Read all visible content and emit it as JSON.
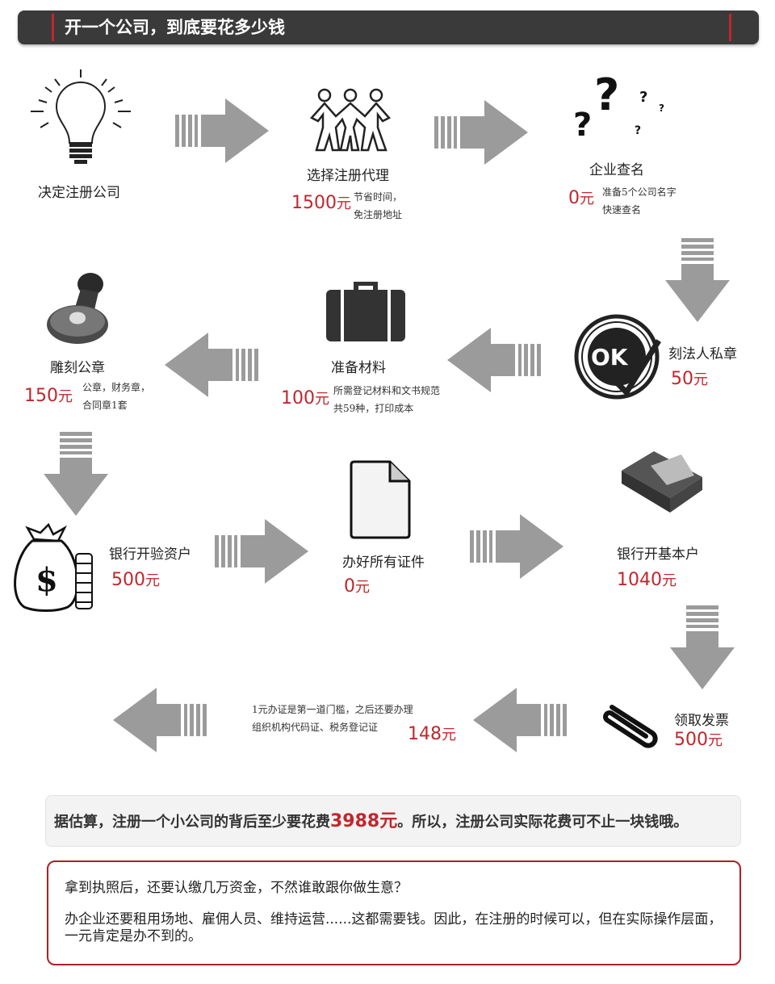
{
  "header": {
    "title": "开一个公司，到底要花多少钱"
  },
  "steps": {
    "decide": {
      "label": "决定注册公司"
    },
    "agent": {
      "label": "选择注册代理",
      "price": "1500",
      "note1": "节省时间，",
      "note2": "免注册地址"
    },
    "search": {
      "label": "企业查名",
      "price": "0",
      "note1": "准备5个公司名字",
      "note2": "快速查名"
    },
    "seal": {
      "label": "刻法人私章",
      "price": "50"
    },
    "materials": {
      "label": "准备材料",
      "price": "100",
      "note1": "所需登记材料和文书规范",
      "note2": "共59种，打印成本"
    },
    "stamp": {
      "label": "雕刻公章",
      "price": "150",
      "note1": "公章，财务章，",
      "note2": "合同章1套"
    },
    "verify": {
      "label": "银行开验资户",
      "price": "500"
    },
    "certs": {
      "label": "办好所有证件",
      "price": "0"
    },
    "basic": {
      "label": "银行开基本户",
      "price": "1040"
    },
    "invoice": {
      "label": "领取发票",
      "price": "500"
    },
    "codes": {
      "price": "148",
      "note1": "1元办证是第一道门槛，之后还要办理",
      "note2": "组织机构代码证、税务登记证"
    }
  },
  "unit": "元",
  "summary": {
    "pre": "据估算，注册一个小公司的背后至少要花费",
    "amount": "3988元",
    "post": "。所以，注册公司实际花费可不止一块钱哦。"
  },
  "box": {
    "line1": "拿到执照后，还要认缴几万资金，不然谁敢跟你做生意？",
    "line2": "办企业还要租用场地、雇佣人员、维持运营......这都需要钱。因此，在注册的时候可以，但在实际操作层面，一元肯定是办不到的。"
  },
  "colors": {
    "accent": "#c0272d",
    "arrow": "#9b9b9b",
    "header": "#3a3a3a"
  }
}
